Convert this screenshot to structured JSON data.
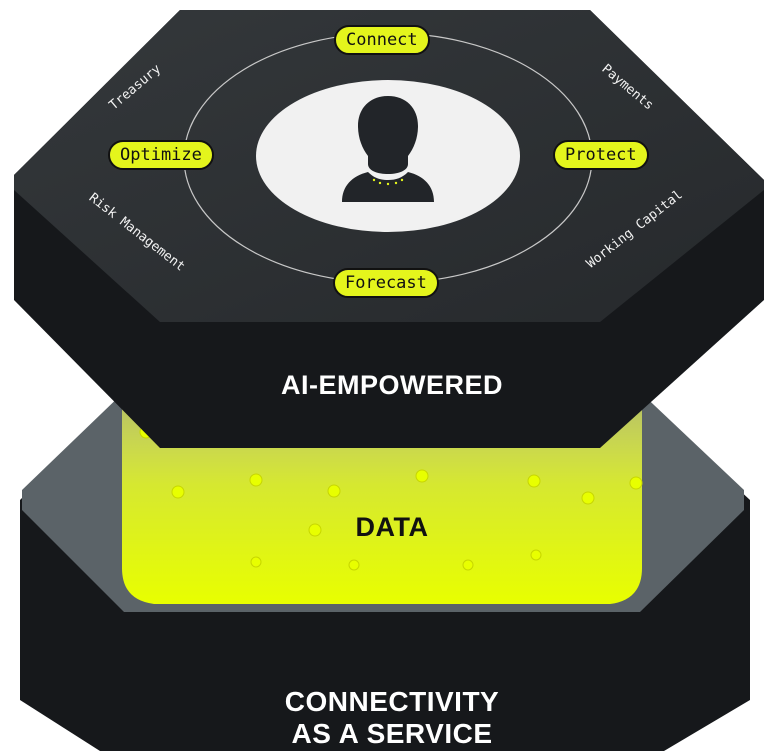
{
  "actions": {
    "connect": "Connect",
    "optimize": "Optimize",
    "protect": "Protect",
    "forecast": "Forecast"
  },
  "areas": {
    "treasury": "Treasury",
    "payments": "Payments",
    "risk_management": "Risk Management",
    "working_capital": "Working Capital"
  },
  "layers": {
    "top": "AI-EMPOWERED",
    "middle": "DATA",
    "bottom_line1": "CONNECTIVITY",
    "bottom_line2": "AS A SERVICE"
  },
  "center_icon": "person-icon",
  "colors": {
    "accent": "#e4f51c",
    "slab_top": "#2e3134",
    "slab_side": "#16181b",
    "bottom_top": "#5b6368"
  }
}
